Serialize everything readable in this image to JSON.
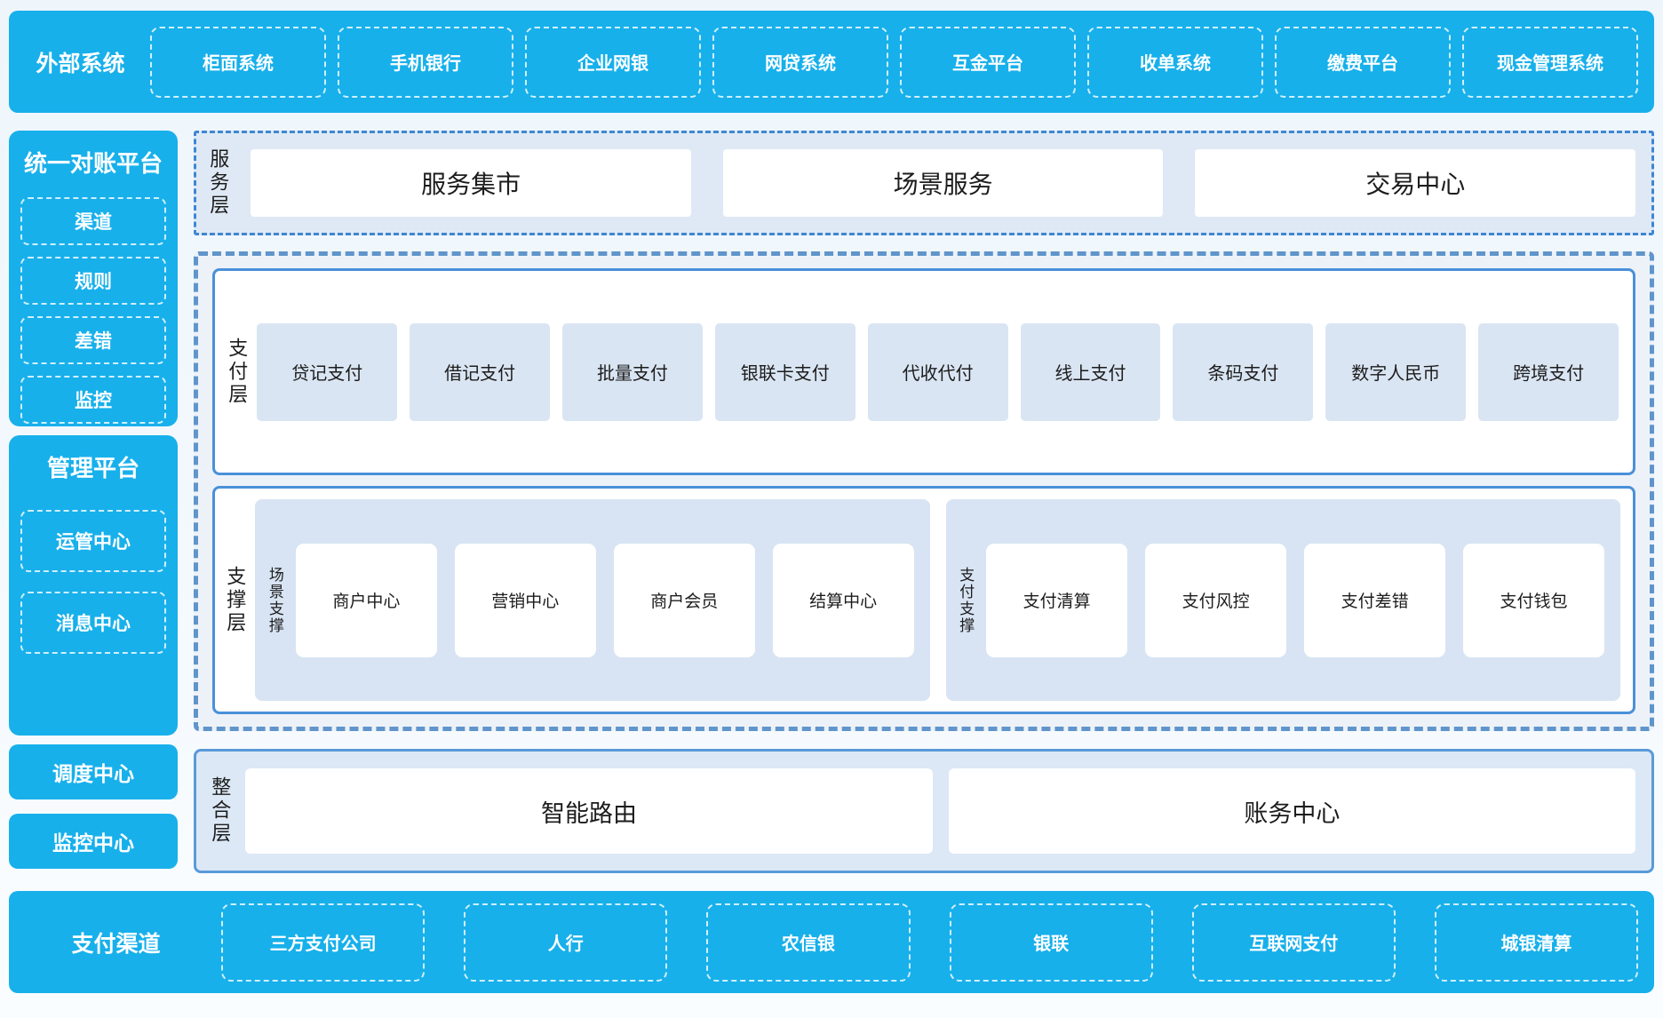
{
  "colors": {
    "brand_blue": "#17b0eb",
    "panel_border_blue": "#4a90d9",
    "dashed_wrap_border": "#6095cb",
    "light_panel_bg": "#dae5f3",
    "dark_text": "#1c1c1c",
    "white_dashed_border": "#ffffff"
  },
  "top_bar": {
    "title": "外部系统",
    "items": [
      "柜面系统",
      "手机银行",
      "企业网银",
      "网贷系统",
      "互金平台",
      "收单系统",
      "缴费平台",
      "现金管理系统"
    ]
  },
  "sidebar": {
    "reconciliation": {
      "title": "统一对账平台",
      "items": [
        "渠道",
        "规则",
        "差错",
        "监控"
      ]
    },
    "management": {
      "title": "管理平台",
      "items": [
        "运管中心",
        "消息中心"
      ]
    },
    "standalone": [
      "调度中心",
      "监控中心"
    ]
  },
  "layers": {
    "service": {
      "label": "服务层",
      "items": [
        "服务集市",
        "场景服务",
        "交易中心"
      ]
    },
    "payment": {
      "label": "支付层",
      "items": [
        "贷记支付",
        "借记支付",
        "批量支付",
        "银联卡支付",
        "代收代付",
        "线上支付",
        "条码支付",
        "数字人民币",
        "跨境支付"
      ]
    },
    "support": {
      "label": "支撑层",
      "groups": [
        {
          "label": "场景支撑",
          "items": [
            "商户中心",
            "营销中心",
            "商户会员",
            "结算中心"
          ]
        },
        {
          "label": "支付支撑",
          "items": [
            "支付清算",
            "支付风控",
            "支付差错",
            "支付钱包"
          ]
        }
      ]
    },
    "integration": {
      "label": "整合层",
      "items": [
        "智能路由",
        "账务中心"
      ]
    }
  },
  "bottom_bar": {
    "title": "支付渠道",
    "items": [
      "三方支付公司",
      "人行",
      "农信银",
      "银联",
      "互联网支付",
      "城银清算"
    ]
  }
}
